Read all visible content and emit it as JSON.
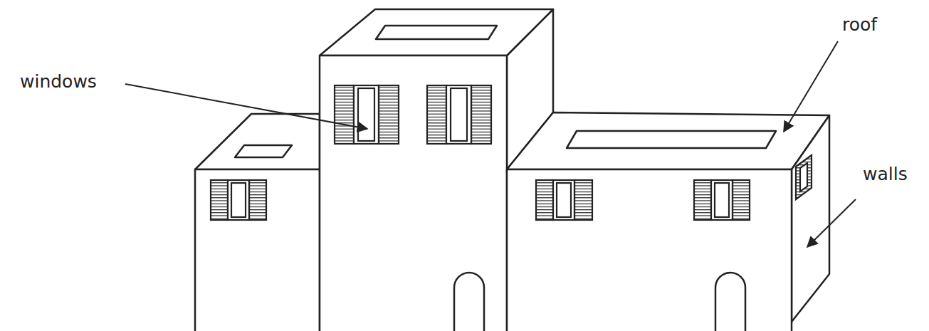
{
  "diagram": {
    "labels": [
      "windows",
      "roof",
      "walls"
    ]
  }
}
